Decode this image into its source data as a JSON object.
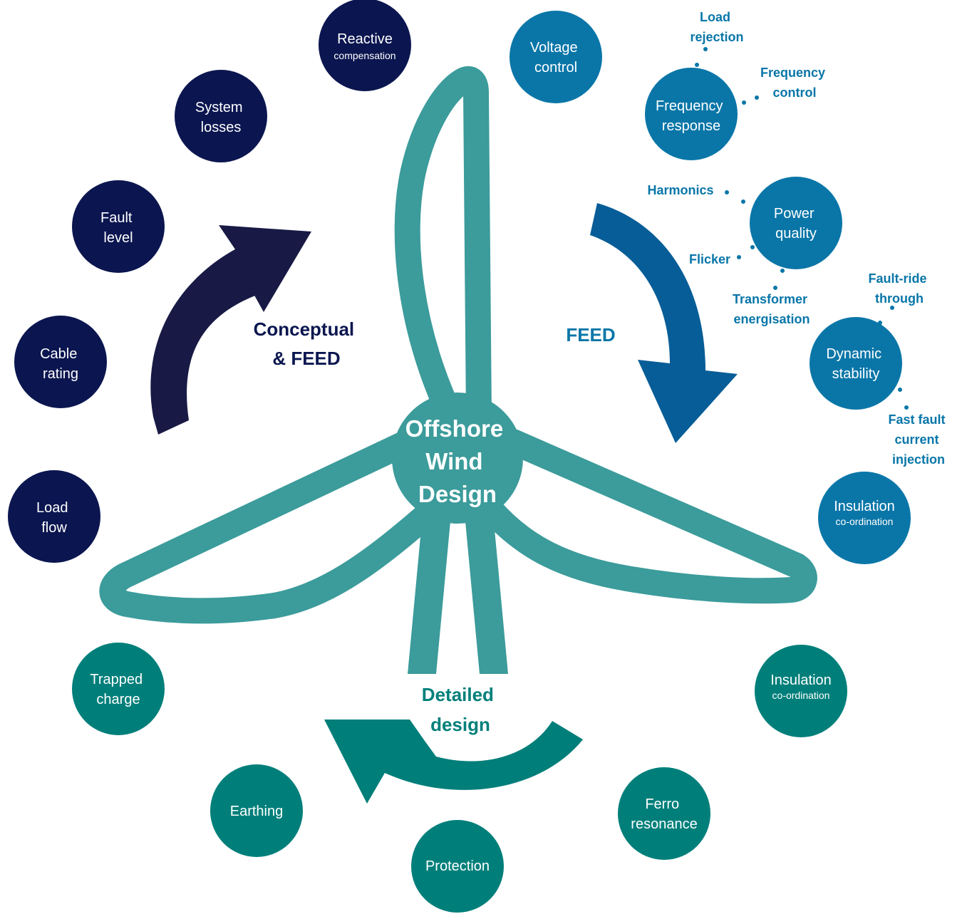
{
  "colors": {
    "navy": "#0b1650",
    "blue": "#0a76a8",
    "teal_dark": "#007f7a",
    "turbine": "#3c9b9b",
    "arrow_conceptual": "#181a45",
    "arrow_feed": "#075d97",
    "arrow_detailed": "#007e79",
    "sub_label": "#0876a8"
  },
  "hub": {
    "lines": [
      "Offshore",
      "Wind",
      "Design"
    ]
  },
  "stages": {
    "conceptual": {
      "lines": [
        "Conceptual",
        "& FEED"
      ],
      "color": "#0b1650"
    },
    "feed": {
      "lines": [
        "FEED"
      ],
      "color": "#0876a8"
    },
    "detailed": {
      "lines": [
        "Detailed",
        "design"
      ],
      "color": "#007f7a"
    }
  },
  "circles": {
    "reactive": {
      "main": "Reactive",
      "sub": "compensation",
      "color": "navy"
    },
    "voltage": {
      "lines": [
        "Voltage",
        "control"
      ],
      "color": "blue"
    },
    "system_losses": {
      "lines": [
        "System",
        "losses"
      ],
      "color": "navy"
    },
    "frequency_response": {
      "lines": [
        "Frequency",
        "response"
      ],
      "color": "blue"
    },
    "fault_level": {
      "lines": [
        "Fault",
        "level"
      ],
      "color": "navy"
    },
    "power_quality": {
      "lines": [
        "Power",
        "quality"
      ],
      "color": "blue"
    },
    "cable_rating": {
      "lines": [
        "Cable",
        "rating"
      ],
      "color": "navy"
    },
    "dynamic_stability": {
      "lines": [
        "Dynamic",
        "stability"
      ],
      "color": "blue"
    },
    "load_flow": {
      "lines": [
        "Load",
        "flow"
      ],
      "color": "navy"
    },
    "insulation_blue": {
      "main": "Insulation",
      "sub": "co-ordination",
      "color": "blue"
    },
    "trapped_charge": {
      "lines": [
        "Trapped",
        "charge"
      ],
      "color": "teal"
    },
    "insulation_teal": {
      "main": "Insulation",
      "sub": "co-ordination",
      "color": "teal"
    },
    "earthing": {
      "lines": [
        "Earthing"
      ],
      "color": "teal"
    },
    "ferro_resonance": {
      "lines": [
        "Ferro",
        "resonance"
      ],
      "color": "teal"
    },
    "protection": {
      "lines": [
        "Protection"
      ],
      "color": "teal"
    }
  },
  "sub_labels": {
    "load_rejection": [
      "Load",
      "rejection"
    ],
    "frequency_control": [
      "Frequency",
      "control"
    ],
    "harmonics": [
      "Harmonics"
    ],
    "flicker": [
      "Flicker"
    ],
    "transformer_energisation": [
      "Transformer",
      "energisation"
    ],
    "fault_ride_through": [
      "Fault-ride",
      "through"
    ],
    "fast_fault_current_injection": [
      "Fast fault",
      "current",
      "injection"
    ]
  }
}
